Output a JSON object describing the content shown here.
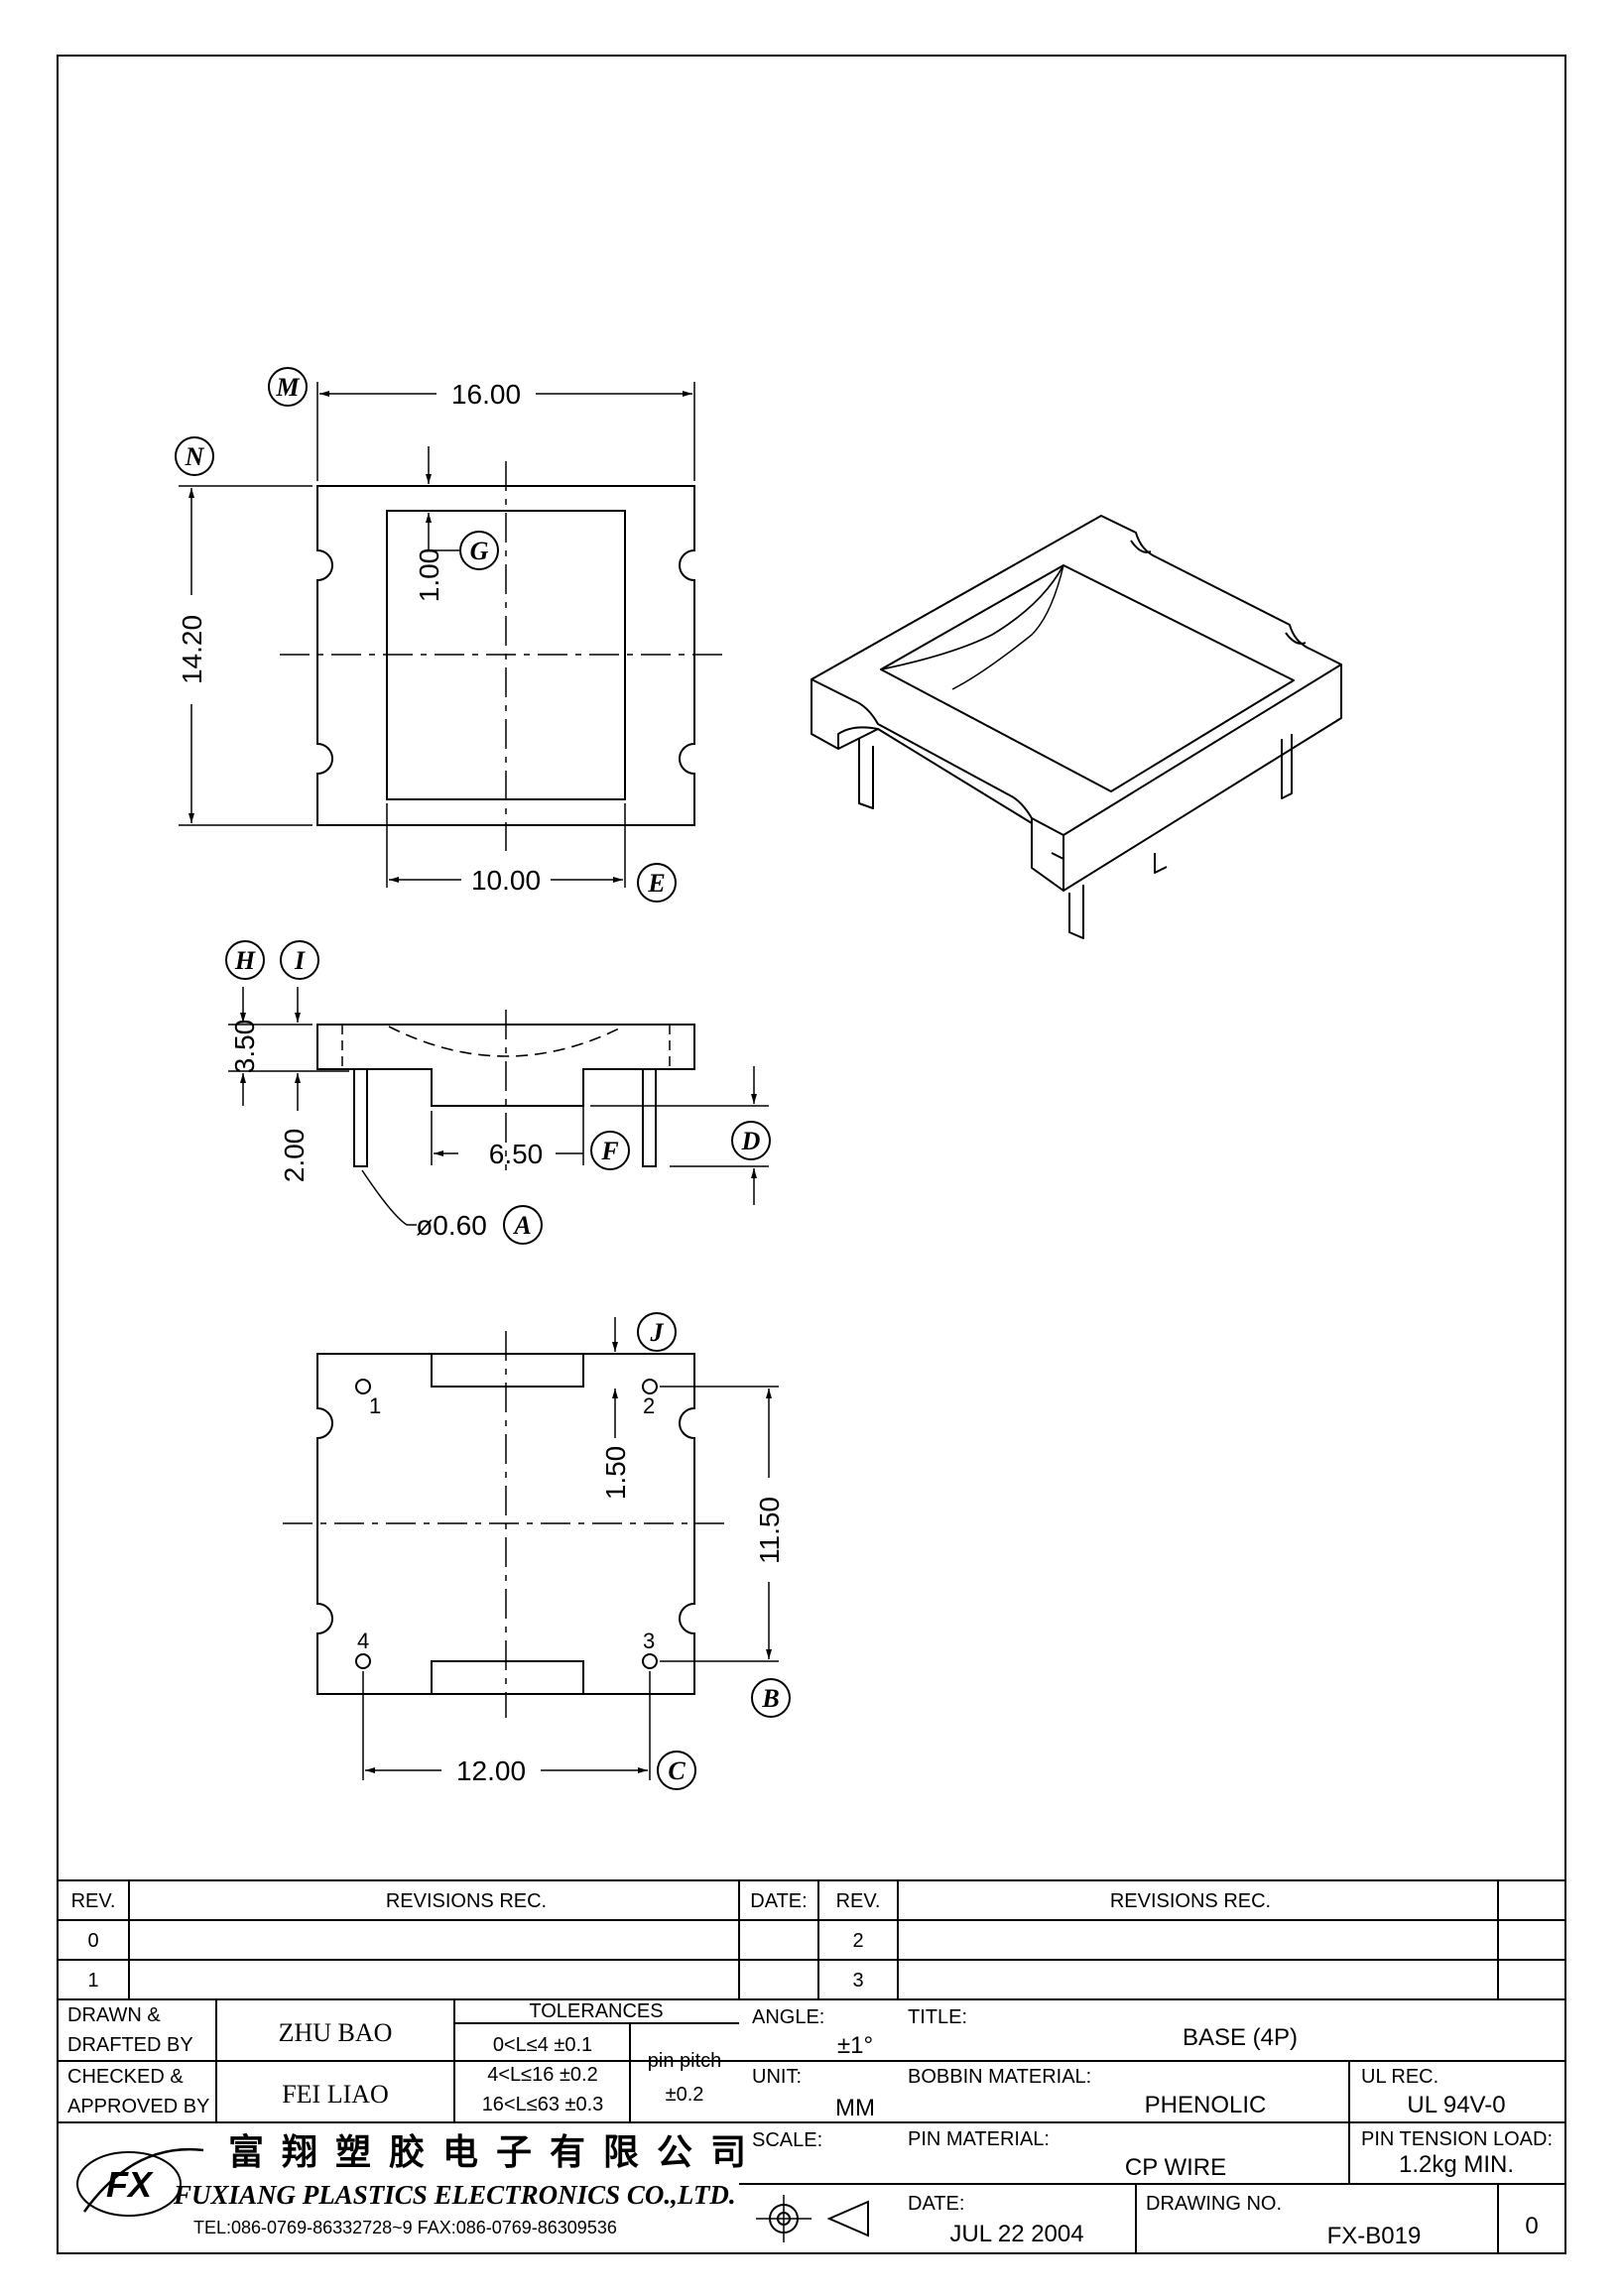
{
  "top_view": {
    "width_dim": "16.00",
    "height_dim": "14.20",
    "inner_width_dim": "10.00",
    "inner_offset_dim": "1.00",
    "callouts": [
      "M",
      "N",
      "G",
      "E"
    ]
  },
  "side_view": {
    "height_dim": "3.50",
    "pin_length_dim": "2.00",
    "pin_spacing_dim": "6.50",
    "pin_dia_dim": "ø0.60",
    "callouts": [
      "H",
      "I",
      "F",
      "D",
      "A"
    ]
  },
  "bottom_view": {
    "pin_offset_dim": "1.50",
    "pin_row_dim": "11.50",
    "pin_col_dim": "12.00",
    "pin_numbers": [
      "1",
      "2",
      "3",
      "4"
    ],
    "callouts": [
      "J",
      "B",
      "C"
    ]
  },
  "revisions": {
    "headers": {
      "rev": "REV.",
      "rec": "REVISIONS  REC.",
      "date": "DATE:"
    },
    "left_revs": [
      "0",
      "1"
    ],
    "right_revs": [
      "2",
      "3"
    ]
  },
  "title_block": {
    "drawn_label_1": "DRAWN &",
    "drawn_label_2": "DRAFTED BY",
    "drawn_by": "ZHU BAO",
    "checked_label_1": "CHECKED &",
    "checked_label_2": "APPROVED BY",
    "checked_by": "FEI LIAO",
    "tolerances_label": "TOLERANCES",
    "tol_rows": [
      "0<L≤4   ±0.1",
      "4<L≤16  ±0.2",
      "16<L≤63  ±0.3"
    ],
    "pin_pitch_label": "pin pitch",
    "pin_pitch_value": "±0.2",
    "angle_label": "ANGLE:",
    "angle_value": "±1°",
    "unit_label": "UNIT:",
    "unit_value": "MM",
    "scale_label": "SCALE:",
    "title_label": "TITLE:",
    "title_value": "BASE (4P)",
    "bobbin_label": "BOBBIN MATERIAL:",
    "bobbin_value": "PHENOLIC",
    "ul_label": "UL REC.",
    "ul_value": "UL 94V-0",
    "pin_mat_label": "PIN MATERIAL:",
    "pin_mat_value": "CP WIRE",
    "tension_label": "PIN TENSION LOAD:",
    "tension_value": "1.2kg MIN.",
    "date_label": "DATE:",
    "date_value": "JUL 22  2004",
    "drawing_no_label": "DRAWING NO.",
    "drawing_no": "FX-B019",
    "drawing_rev": "0",
    "company_cn": "富翔塑胶电子有限公司",
    "company_en": "FUXIANG PLASTICS ELECTRONICS CO.,LTD.",
    "company_tel": "TEL:086-0769-86332728~9 FAX:086-0769-86309536",
    "logo_text": "FX"
  }
}
